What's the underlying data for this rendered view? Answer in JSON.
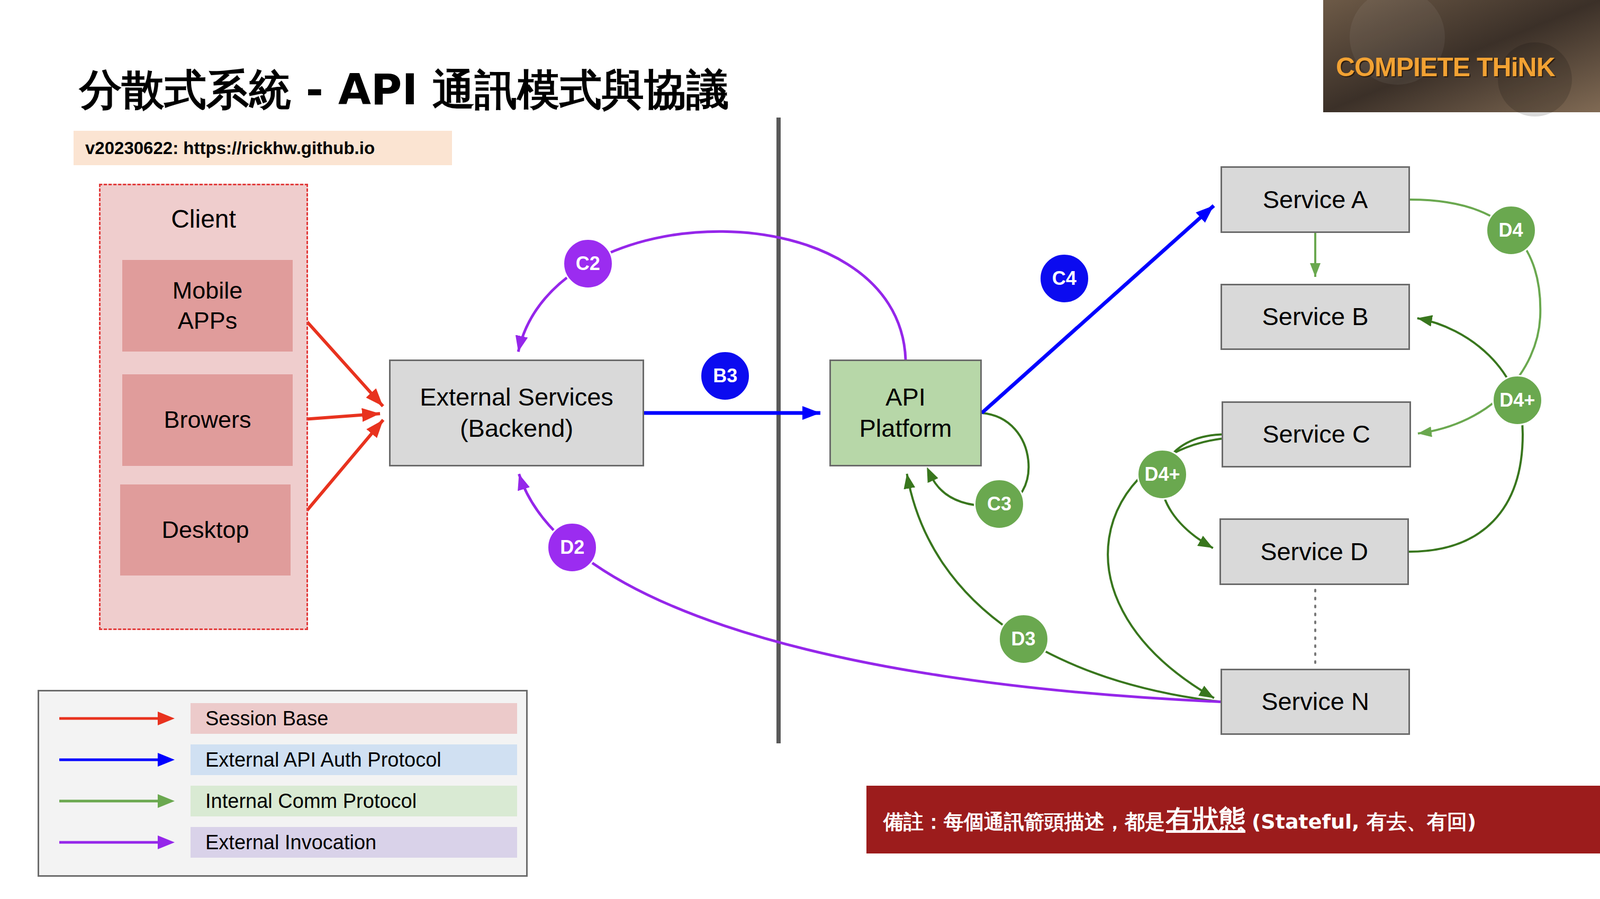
{
  "diagram": {
    "title": "分散式系統 - API 通訊模式與協議",
    "nodes": [
      {
        "text": [
          "v20230622: https://rickhw.github.io"
        ]
      },
      {
        "text": [
          "Client"
        ]
      },
      {
        "text": [
          "Mobile APPs"
        ],
        "in": 1
      },
      {
        "text": [
          "Browers"
        ],
        "in": 1
      },
      {
        "text": [
          "Desktop"
        ],
        "in": 1
      },
      {
        "text": [
          "External Services (Backend)"
        ]
      },
      {
        "text": [
          "API Platform"
        ]
      },
      {
        "text": [
          "Service A"
        ]
      },
      {
        "text": [
          "Service B"
        ]
      },
      {
        "text": [
          "Service C"
        ]
      },
      {
        "text": [
          "Service D"
        ]
      },
      {
        "text": [
          "Service N"
        ]
      },
      {
        "text": [
          "備註：每個通訊箭頭描述，都是",
          "有狀態",
          "(Stateful, 有去、有回)"
        ]
      }
    ],
    "edges": [
      {
        "from": 2,
        "to": 5,
        "arrow": "to"
      },
      {
        "from": 3,
        "to": 5,
        "arrow": "to"
      },
      {
        "from": 4,
        "to": 5,
        "arrow": "to"
      },
      {
        "from": 5,
        "to": 6,
        "arrow": "to",
        "label": "B3"
      },
      {
        "from": 6,
        "to": 5,
        "arrow": "to",
        "label": "C2"
      },
      {
        "from": 6,
        "to": 7,
        "arrow": "to",
        "label": "C4"
      },
      {
        "from": 7,
        "to": 8,
        "arrow": "to"
      },
      {
        "from": 7,
        "to": 9,
        "arrow": "to",
        "label": "D4"
      },
      {
        "from": 10,
        "to": 8,
        "arrow": "to",
        "label": "D4+"
      },
      {
        "from": 9,
        "to": 10,
        "arrow": "to",
        "label": "D4+"
      },
      {
        "from": 9,
        "to": 11,
        "arrow": "to"
      },
      {
        "from": 11,
        "to": 6,
        "arrow": "to",
        "label": "D3"
      },
      {
        "from": 11,
        "to": 5,
        "arrow": "to",
        "label": "D2"
      }
    ],
    "labels": [
      "C3",
      "COMPIETE THiNK"
    ],
    "legend": [
      {
        "text": "Session Base"
      },
      {
        "text": "External API Auth Protocol"
      },
      {
        "text": "Internal Comm Protocol"
      },
      {
        "text": "External Invocation"
      }
    ]
  }
}
